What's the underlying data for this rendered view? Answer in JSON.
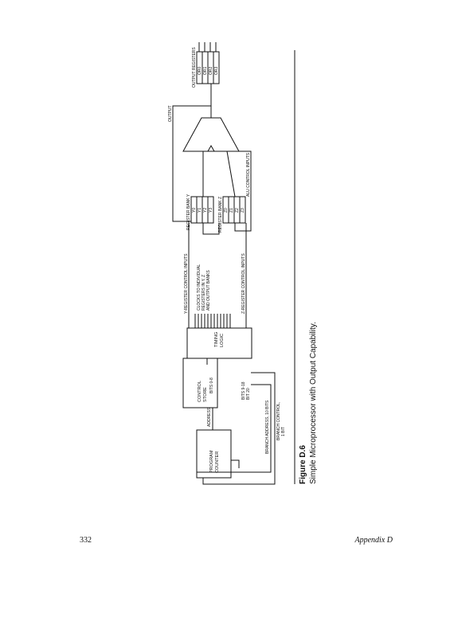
{
  "figure": {
    "number": "Figure D.6",
    "caption": "Simple Microprocessor with Output Capability."
  },
  "blocks": {
    "program_counter": [
      "PROGRAM",
      "COUNTER"
    ],
    "control_store": [
      "CONTROL",
      "STORE"
    ],
    "timing_logic": [
      "TIMING",
      "LOGIC"
    ],
    "register_bank_y": "REGISTER BANK Y",
    "register_bank_z": "REGISTER BANK Z",
    "output_registers": "OUTPUT REGISTERS",
    "y_registers": [
      "Y0",
      "Y1",
      "Y2",
      "Y3"
    ],
    "z_registers": [
      "Z0",
      "Z1",
      "Z2",
      "Z3"
    ],
    "out_registers": [
      "OR0",
      "OR1",
      "OR2",
      "OR3"
    ]
  },
  "signals": {
    "address": "ADDRESS",
    "bits_0_8": "BITS 0-8",
    "bits_9_18": "BITS 9-18",
    "bit_20": "BIT 20",
    "branch_address": "BRANCH ADDRESS, 10 BITS",
    "branch_control": "BRANCH CONTROL,",
    "one_bit": "1 BIT",
    "clocks": [
      "CLOCKS TO INDIVIDUAL",
      "REGISTERS IN Y, Z",
      "AND OUTPUT BANKS"
    ],
    "y_register_control": "Y-REGISTER CONTROL INPUTS",
    "z_register_control": "Z-REGISTER CONTROL INPUTS",
    "alu_control": "ALU CONTROL INPUTS",
    "output": "OUTPUT"
  },
  "footer": {
    "page_number": "332",
    "section": "Appendix D"
  }
}
